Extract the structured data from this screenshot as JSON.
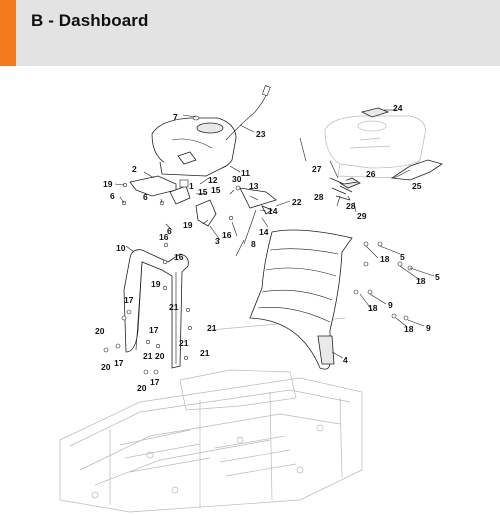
{
  "header": {
    "title": "B - Dashboard",
    "accent_color": "#f37a1f",
    "background_color": "#e3e3e3"
  },
  "callouts": {
    "c1": "1",
    "c2": "2",
    "c3": "3",
    "c4": "4",
    "c5a": "5",
    "c5b": "5",
    "c6a": "6",
    "c6b": "6",
    "c6c": "6",
    "c7": "7",
    "c8": "8",
    "c9a": "9",
    "c9b": "9",
    "c10": "10",
    "c11": "11",
    "c12": "12",
    "c13": "13",
    "c14a": "14",
    "c14b": "14",
    "c15a": "15",
    "c15b": "15",
    "c16a": "16",
    "c16b": "16",
    "c16c": "16",
    "c17a": "17",
    "c17b": "17",
    "c17c": "17",
    "c17d": "17",
    "c18a": "18",
    "c18b": "18",
    "c18c": "18",
    "c18d": "18",
    "c19a": "19",
    "c19b": "19",
    "c19c": "19",
    "c20a": "20",
    "c20b": "20",
    "c20c": "20",
    "c20d": "20",
    "c21a": "21",
    "c21b": "21",
    "c21c": "21",
    "c21d": "21",
    "c21e": "21",
    "c22": "22",
    "c23": "23",
    "c24": "24",
    "c25": "25",
    "c26": "26",
    "c27": "27",
    "c28a": "28",
    "c28b": "28",
    "c29": "29",
    "c30": "30"
  }
}
